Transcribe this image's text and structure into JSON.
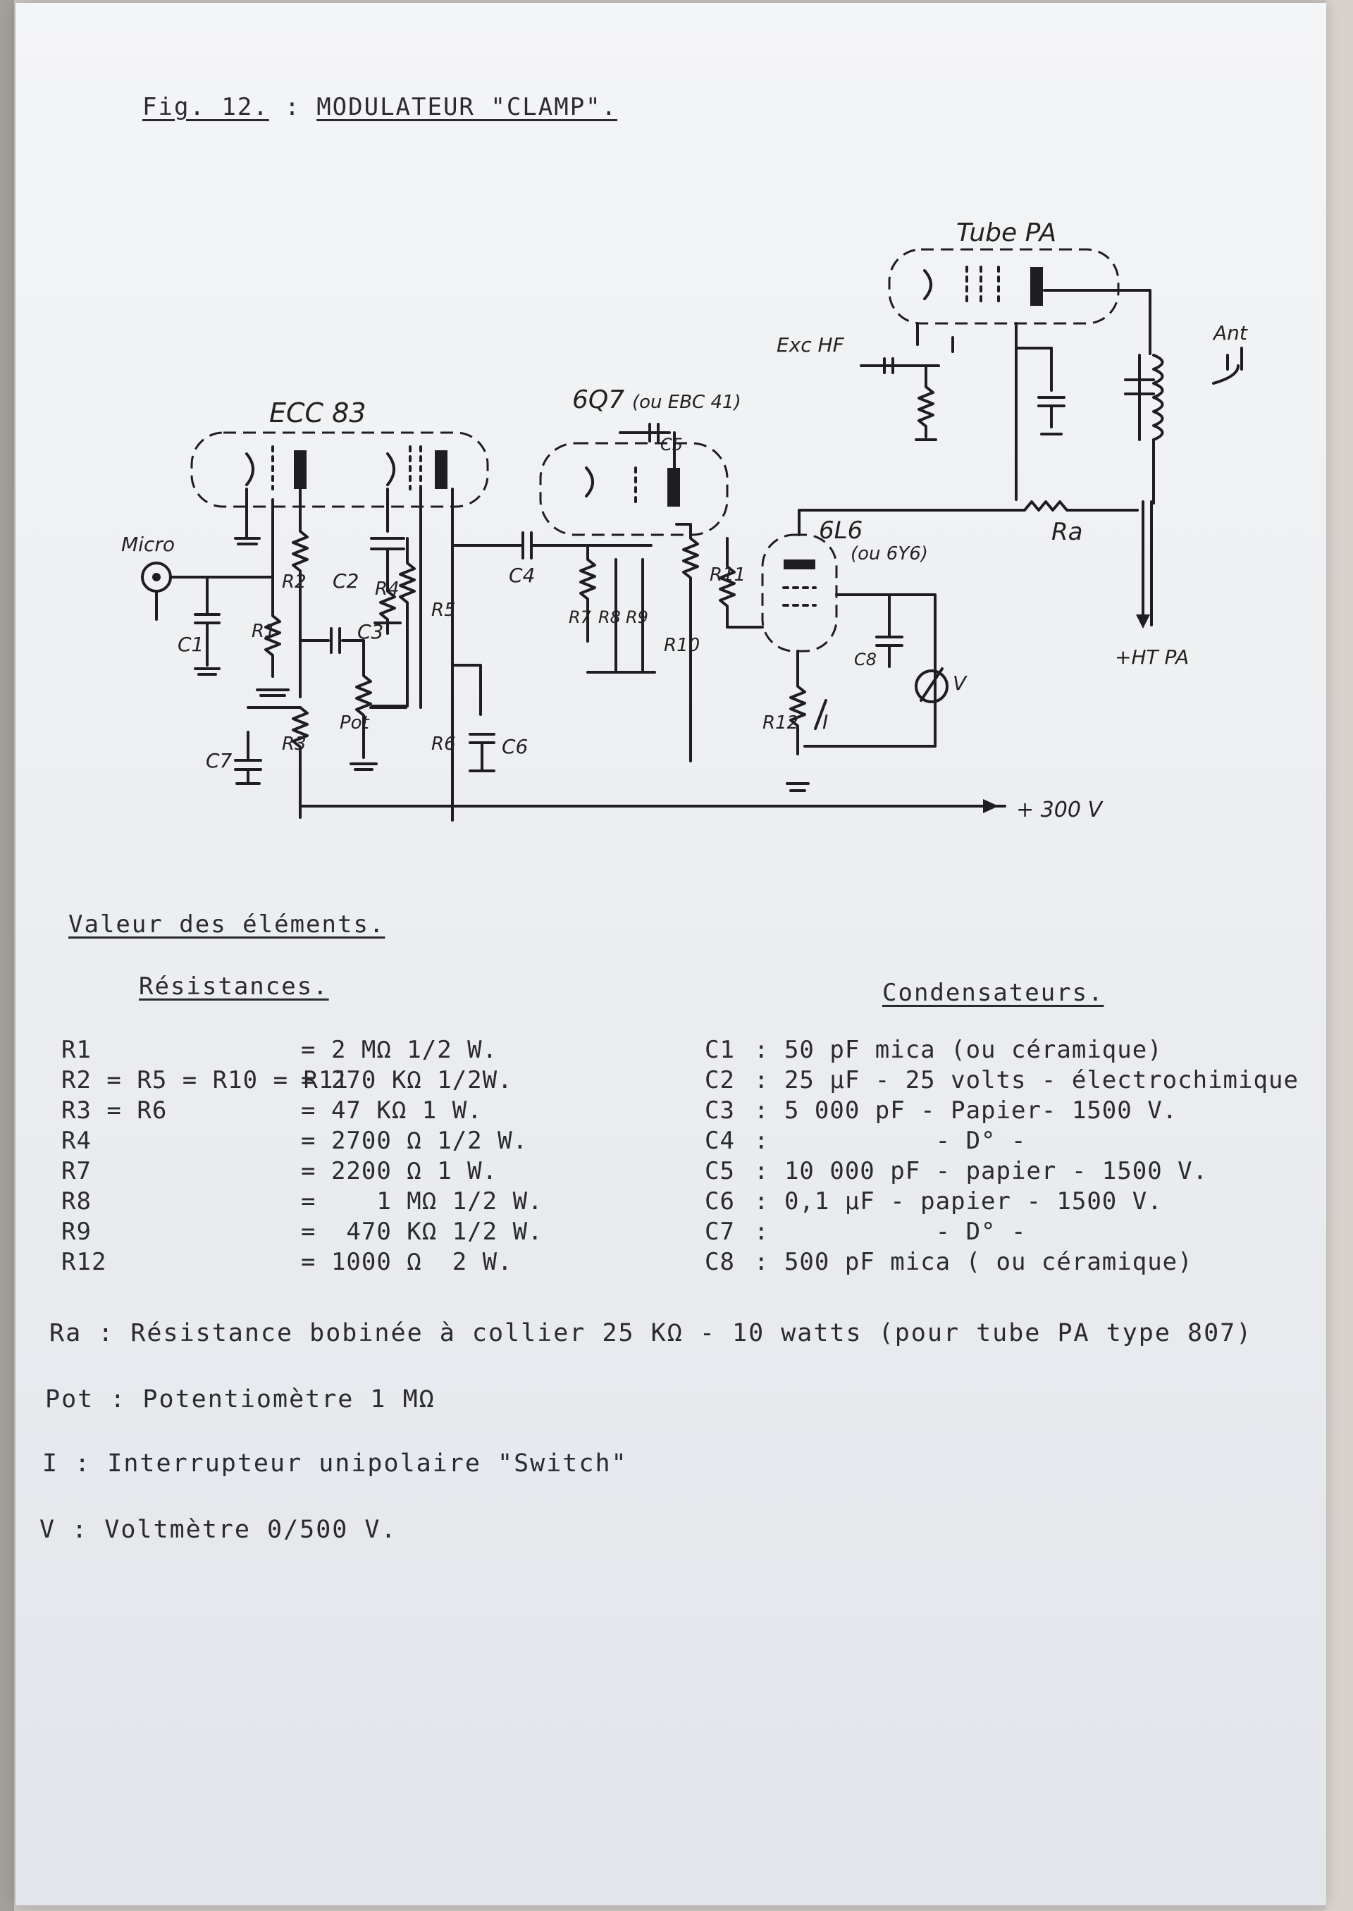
{
  "figure_title": {
    "prefix": "Fig. 12.",
    "sep": " : ",
    "name": "MODULATEUR \"CLAMP\"."
  },
  "schematic": {
    "tubes": {
      "ecc83": "ECC 83",
      "q7": "6Q7",
      "q7_alt": "(ou EBC 41)",
      "l6": "6L6",
      "l6_alt": "(ou 6Y6)",
      "pa": "Tube PA"
    },
    "labels": {
      "micro": "Micro",
      "exc_hf": "Exc HF",
      "ant": "Ant",
      "ra": "Ra",
      "ht_pa": "+HT PA",
      "v300": "+ 300 V",
      "c1": "C1",
      "c2": "C2",
      "c3": "C3",
      "c4": "C4",
      "c5": "C5",
      "c6": "C6",
      "c7": "C7",
      "c8": "C8",
      "r1": "R1",
      "r2": "R2",
      "r3": "R3",
      "r4": "R4",
      "r5": "R5",
      "r6": "R6",
      "r7": "R7",
      "r8": "R8",
      "r9": "R9",
      "r10": "R10",
      "r11": "R11",
      "r12": "R12",
      "pot": "Pot",
      "i": "I",
      "v": "V"
    }
  },
  "values_heading": "Valeur des éléments.",
  "resistances": {
    "heading": "Résistances.",
    "rows": [
      {
        "ref": "R1",
        "value": "= 2 MΩ 1/2 W."
      },
      {
        "ref": "R2 = R5 = R10 = R11",
        "value": "= 270 KΩ 1/2W."
      },
      {
        "ref": "R3 = R6",
        "value": "= 47 KΩ 1 W."
      },
      {
        "ref": "R4",
        "value": "= 2700 Ω 1/2 W."
      },
      {
        "ref": "R7",
        "value": "= 2200 Ω 1 W."
      },
      {
        "ref": "R8",
        "value": "=    1 MΩ 1/2 W."
      },
      {
        "ref": "R9",
        "value": "=  470 KΩ 1/2 W."
      },
      {
        "ref": "R12",
        "value": "= 1000 Ω  2 W."
      }
    ]
  },
  "condensateurs": {
    "heading": "Condensateurs.",
    "rows": [
      {
        "ref": "C1",
        "value": ": 50 pF mica (ou céramique)"
      },
      {
        "ref": "C2",
        "value": ": 25 µF - 25 volts - électrochimique"
      },
      {
        "ref": "C3",
        "value": ": 5 000 pF - Papier- 1500 V."
      },
      {
        "ref": "C4",
        "value": ":           - D° -"
      },
      {
        "ref": "C5",
        "value": ": 10 000 pF - papier - 1500 V."
      },
      {
        "ref": "C6",
        "value": ": 0,1 µF - papier - 1500 V."
      },
      {
        "ref": "C7",
        "value": ":           - D° -"
      },
      {
        "ref": "C8",
        "value": ": 500 pF mica ( ou céramique)"
      }
    ]
  },
  "notes": [
    "Ra : Résistance bobinée à collier 25 KΩ - 10 watts (pour tube PA type 807)",
    "Pot : Potentiomètre 1 MΩ",
    "I : Interrupteur unipolaire \"Switch\"",
    "V : Voltmètre 0/500 V."
  ]
}
